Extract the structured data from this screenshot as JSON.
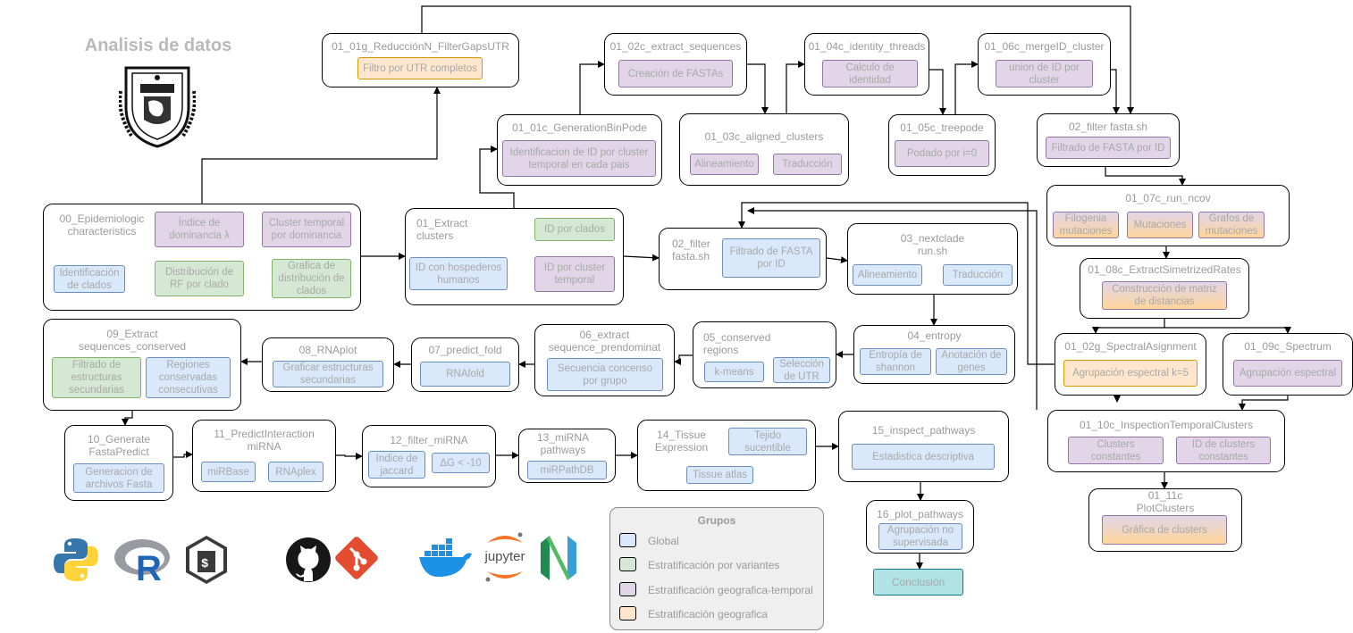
{
  "title": "Analisis de datos",
  "nodes": {
    "n00": {
      "label": "00_Epidemiologic\ncharacteristics",
      "items": [
        "Identificación\nde clados",
        "Índice de\ndominancia λ",
        "Cluster temporal\npor dominancia",
        "Distribución de\nRF por clado",
        "Grafica de\ndistribución de\nclados"
      ]
    },
    "n01_01g": {
      "label": "01_01g_ReducciónN_FilterGapsUTR",
      "items": [
        "Filtro por UTR completos"
      ]
    },
    "n01_01c": {
      "label": "01_01c_GenerationBinPode",
      "items": [
        "Identificacion de ID por cluster\ntemporal en cada pais"
      ]
    },
    "n01_02c": {
      "label": "01_02c_extract_sequences",
      "items": [
        "Creación de FASTAs"
      ]
    },
    "n01_03c": {
      "label": "01_03c_aligned_clusters",
      "items": [
        "Alineamiento",
        "Traducción"
      ]
    },
    "n01_04c": {
      "label": "01_04c_identity_threads",
      "items": [
        "Calculo de\nidentidad"
      ]
    },
    "n01_05c": {
      "label": "01_05c_treepode",
      "items": [
        "Podado por i=0"
      ]
    },
    "n01_06c": {
      "label": "01_06c_mergeID_cluster",
      "items": [
        "union de ID por\ncluster"
      ]
    },
    "n02_filter_top": {
      "label": "02_filter fasta.sh",
      "items": [
        "Filtrado de FASTA por ID"
      ]
    },
    "n01_extract": {
      "label": "01_Extract\nclusters",
      "items": [
        "ID con hospederos\nhumanos",
        "ID por clados",
        "ID por cluster\ntemporal"
      ]
    },
    "n02_filter": {
      "label": "02_filter\nfasta.sh",
      "items": [
        "Filtrado de FASTA\npor ID"
      ]
    },
    "n03_nextclade": {
      "label": "03_nextclade\nrun.sh",
      "items": [
        "Alineamiento",
        "Traducción"
      ]
    },
    "n01_07c": {
      "label": "01_07c_run_ncov",
      "items": [
        "Filogenia\nmutaciones",
        "Mutaciones",
        "Grafos de\nmutaciones"
      ]
    },
    "n01_08c": {
      "label": "01_08c_ExtractSimetrizedRates",
      "items": [
        "Construcción de matriz\nde distancias"
      ]
    },
    "n04_entropy": {
      "label": "04_entropy",
      "items": [
        "Entropía de\nshannon",
        "Anotación de\ngenes"
      ]
    },
    "n05_conserved": {
      "label": "05_conserved\nregions",
      "items": [
        "k-means",
        "Selección\nde UTR"
      ]
    },
    "n06_extract": {
      "label": "06_extract\nsequence_prendominat",
      "items": [
        "Secuencia concenso\npor grupo"
      ]
    },
    "n07_predict": {
      "label": "07_predict_fold",
      "items": [
        "RNAfold"
      ]
    },
    "n08_rnaplot": {
      "label": "08_RNAplot",
      "items": [
        "Graficar estructuras\nsecundarias"
      ]
    },
    "n09_extract": {
      "label": "09_Extract\nsequences_conserved",
      "items": [
        "Filtrado de\nestructuras\nsecundarias",
        "Regiones\nconservadas\nconsecutivas"
      ]
    },
    "n01_02g": {
      "label": "01_02g_SpectralAsignment",
      "items": [
        "Agrupación espectral k=5"
      ]
    },
    "n01_09c": {
      "label": "01_09c_Spectrum",
      "items": [
        "Agrupación espectral"
      ]
    },
    "n01_10c": {
      "label": "01_10c_InspectionTemporalClusters",
      "items": [
        "Clusters\nconstantes",
        "ID de clusters\nconstantes"
      ]
    },
    "n01_11c": {
      "label": "01_11c\nPlotClusters",
      "items": [
        "Gráfica de clusters"
      ]
    },
    "n10_generate": {
      "label": "10_Generate\nFastaPredict",
      "items": [
        "Generacion de\narchivos Fasta"
      ]
    },
    "n11_predict": {
      "label": "11_PredictInteraction\nmiRNA",
      "items": [
        "miRBase",
        "RNAplex"
      ]
    },
    "n12_filter": {
      "label": "12_filter_miRNA",
      "items": [
        "Indice de\njaccard",
        "ΔG < -10"
      ]
    },
    "n13_mirna": {
      "label": "13_miRNA\npathways",
      "items": [
        "miRPathDB"
      ]
    },
    "n14_tissue": {
      "label": "14_Tissue\nExpression",
      "items": [
        "Tejido\nsucentible",
        "Tissue atlas"
      ]
    },
    "n15_inspect": {
      "label": "15_inspect_pathways",
      "items": [
        "Estadistica descriptiva"
      ]
    },
    "n16_plot": {
      "label": "16_plot_pathways",
      "items": [
        "Agrupación no\nsupervisada"
      ]
    },
    "conclusion": "Conclusión"
  },
  "legend": {
    "title": "Grupos",
    "entries": [
      {
        "label": "Global",
        "color": "#dae8fc"
      },
      {
        "label": "Estratificación por variantes",
        "color": "#d5e8d4"
      },
      {
        "label": "Estratificación geografica-temporal",
        "color": "#e1d5e7"
      },
      {
        "label": "Estratificación geografica",
        "color": "#ffe6cc"
      }
    ]
  },
  "logos": {
    "jupyter": "jupyter",
    "r": "R"
  },
  "icons": [
    "unam-seal-icon",
    "python-icon",
    "r-icon",
    "bash-icon",
    "github-icon",
    "git-icon",
    "docker-icon",
    "jupyter-icon",
    "neovim-icon"
  ]
}
